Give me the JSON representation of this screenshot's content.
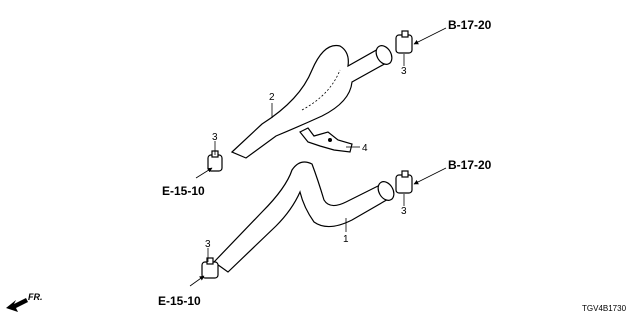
{
  "diagram": {
    "refs": {
      "b_top": "B-17-20",
      "b_mid": "B-17-20",
      "e_top": "E-15-10",
      "e_bottom": "E-15-10"
    },
    "parts": {
      "hose_upper": "2",
      "hose_lower": "1",
      "clamp_top_right": "3",
      "clamp_mid_right": "3",
      "clamp_upper_left": "3",
      "clamp_lower_left": "3",
      "holder": "4"
    },
    "front_label": "FR.",
    "diagram_code": "TGV4B1730"
  }
}
